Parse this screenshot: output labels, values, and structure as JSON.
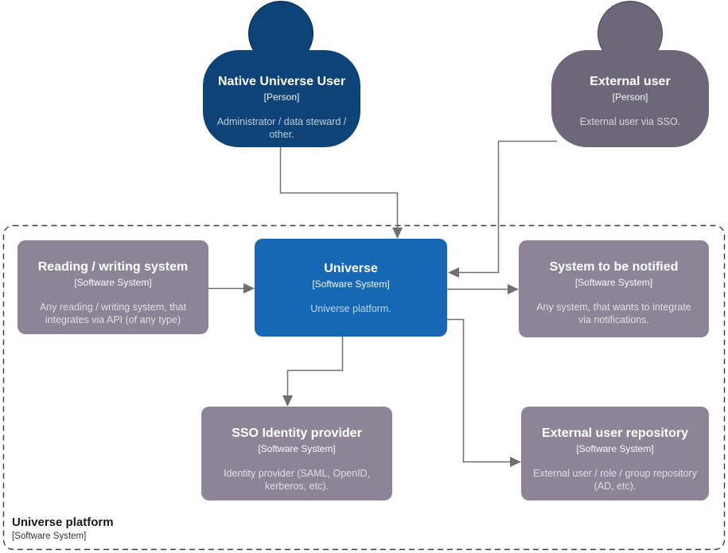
{
  "diagram": {
    "boundary": {
      "title": "Universe platform",
      "type": "[Software System]"
    },
    "persons": [
      {
        "id": "native-universe-user",
        "title": "Native Universe User",
        "type": "[Person]",
        "description": "Administrator / data steward / other."
      },
      {
        "id": "external-user",
        "title": "External user",
        "type": "[Person]",
        "description": "External user via SSO."
      }
    ],
    "systems": [
      {
        "id": "reading-writing-system",
        "title": "Reading / writing system",
        "type": "[Software System]",
        "description": "Any reading / writing system, that integrates via API (of any type)"
      },
      {
        "id": "universe",
        "title": "Universe",
        "type": "[Software System]",
        "description": "Universe platform."
      },
      {
        "id": "system-to-be-notified",
        "title": "System to be notified",
        "type": "[Software System]",
        "description": "Any system, that wants to integrate via notifications."
      },
      {
        "id": "sso-identity-provider",
        "title": "SSO Identity provider",
        "type": "[Software System]",
        "description": "Identity provider (SAML, OpenID, kerberos, etc)."
      },
      {
        "id": "external-user-repository",
        "title": "External user repository",
        "type": "[Software System]",
        "description": "External user / role / group repository (AD, etc)."
      }
    ],
    "colors": {
      "person_internal": "#0d4377",
      "person_external": "#6e6679",
      "system_internal": "#1668b5",
      "system_external": "#8d8597",
      "connector": "#707070",
      "boundary_border": "#3b3b3b"
    }
  }
}
